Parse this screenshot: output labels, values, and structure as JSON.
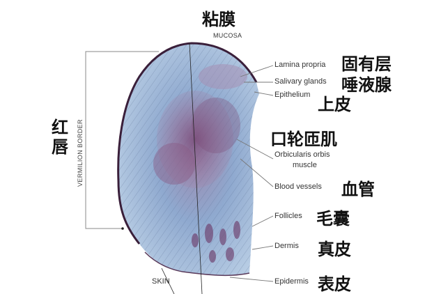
{
  "title": {
    "zh": "粘膜",
    "en": "MUCOSA"
  },
  "vermilion": {
    "zh_line1": "红",
    "zh_line2": "唇",
    "en": "VERMILION BORDER"
  },
  "skin": {
    "en": "SKIN"
  },
  "labels": [
    {
      "en": "Lamina propria",
      "zh": "固有层"
    },
    {
      "en": "Salivary glands",
      "zh": "唾液腺"
    },
    {
      "en": "Epithelium",
      "zh": "上皮"
    },
    {
      "en_line1": "Orbicularis orbis",
      "en_line2": "muscle",
      "zh": "口轮匝肌"
    },
    {
      "en": "Blood vessels",
      "zh": "血管"
    },
    {
      "en": "Follicles",
      "zh": "毛囊"
    },
    {
      "en": "Dermis",
      "zh": "真皮"
    },
    {
      "en": "Epidermis",
      "zh": "表皮"
    }
  ],
  "colors": {
    "tissue_blue": "#7fa6cf",
    "tissue_light": "#b9cfe6",
    "muscle_purple": "#8a5a86",
    "epithelium_dark": "#3a1f3a",
    "leader_line": "#777777"
  }
}
